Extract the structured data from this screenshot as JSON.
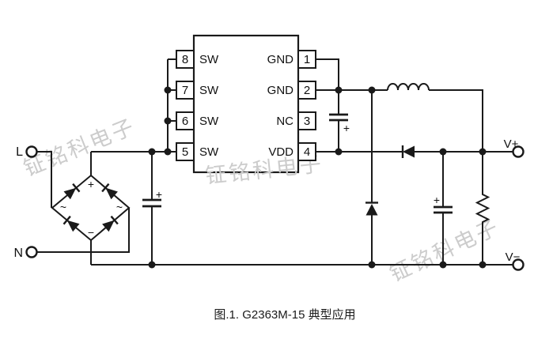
{
  "caption": "图.1. G2363M-15 典型应用",
  "watermarks": [
    {
      "text": "钲铭科电子"
    },
    {
      "text": "钲铭科电子"
    },
    {
      "text": "钲铭科电子"
    }
  ],
  "terminals": {
    "live": "L",
    "neutral": "N",
    "v_plus": "V+",
    "v_minus": "V−"
  },
  "ic": {
    "left_pins": [
      {
        "num": "8",
        "label": "SW"
      },
      {
        "num": "7",
        "label": "SW"
      },
      {
        "num": "6",
        "label": "SW"
      },
      {
        "num": "5",
        "label": "SW"
      }
    ],
    "right_pins": [
      {
        "num": "1",
        "label": "GND"
      },
      {
        "num": "2",
        "label": "GND"
      },
      {
        "num": "3",
        "label": "NC"
      },
      {
        "num": "4",
        "label": "VDD"
      }
    ]
  },
  "bridge": {
    "dc_plus": "+",
    "dc_minus": "−",
    "ac_left": "~",
    "ac_right": "~"
  },
  "capacitors": {
    "bulk_polarity": "+",
    "vdd_polarity": "+",
    "output_polarity": "+"
  },
  "colors": {
    "line": "#1a1a1a",
    "watermark": "#cccccc",
    "text": "#111111"
  }
}
